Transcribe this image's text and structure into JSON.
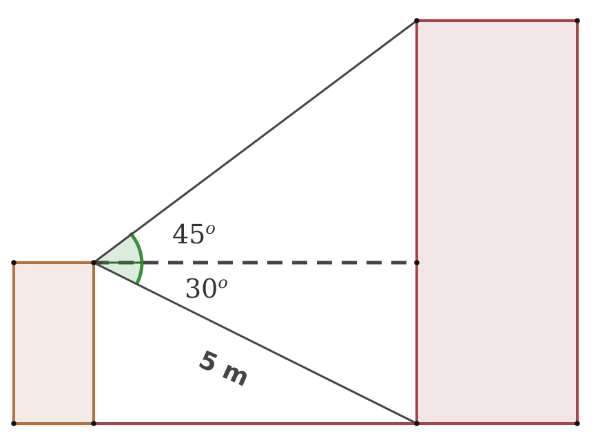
{
  "labels": {
    "angle_top_value": "45",
    "angle_top_sup": "o",
    "angle_bottom_value": "30",
    "angle_bottom_sup": "o",
    "slant_length": "5 m"
  },
  "colors": {
    "small_building_stroke": "#b8703f",
    "small_building_fill": "#f4ebe7",
    "tall_building_stroke": "#a8454a",
    "tall_building_fill": "#f1e5e5",
    "ground": "#a8454a",
    "sight_lines": "#444444",
    "horizontal_dashed": "#444444",
    "angle_arc": "#3a913a",
    "angle_fill": "#d7ead7",
    "points": "#111111"
  }
}
